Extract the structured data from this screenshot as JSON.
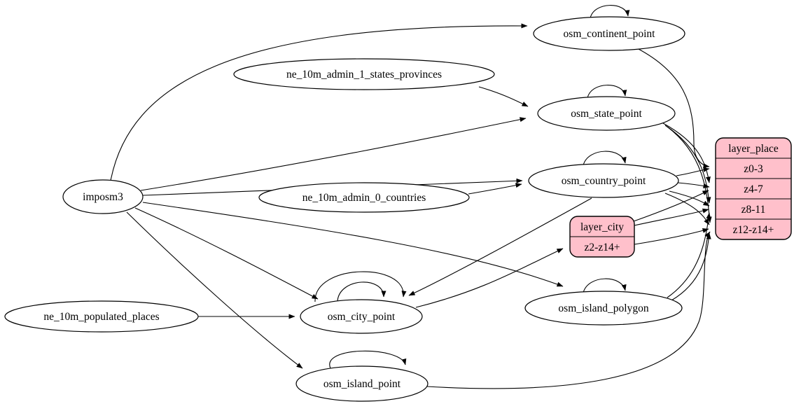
{
  "diagram": {
    "kind": "graphviz-etl-graph",
    "colors": {
      "background": "#ffffff",
      "ellipse_fill": "#ffffff",
      "record_fill": "#ffc0cb",
      "stroke": "#000000",
      "text": "#000000"
    },
    "nodes": {
      "imposm3": {
        "label": "imposm3",
        "shape": "ellipse"
      },
      "ne_10m_admin_1_states_provinces": {
        "label": "ne_10m_admin_1_states_provinces",
        "shape": "ellipse"
      },
      "ne_10m_admin_0_countries": {
        "label": "ne_10m_admin_0_countries",
        "shape": "ellipse"
      },
      "ne_10m_populated_places": {
        "label": "ne_10m_populated_places",
        "shape": "ellipse"
      },
      "osm_continent_point": {
        "label": "osm_continent_point",
        "shape": "ellipse"
      },
      "osm_state_point": {
        "label": "osm_state_point",
        "shape": "ellipse"
      },
      "osm_country_point": {
        "label": "osm_country_point",
        "shape": "ellipse"
      },
      "osm_city_point": {
        "label": "osm_city_point",
        "shape": "ellipse"
      },
      "osm_island_polygon": {
        "label": "osm_island_polygon",
        "shape": "ellipse"
      },
      "osm_island_point": {
        "label": "osm_island_point",
        "shape": "ellipse"
      }
    },
    "records": {
      "layer_city": {
        "title": "layer_city",
        "rows": [
          "z2-z14+"
        ]
      },
      "layer_place": {
        "title": "layer_place",
        "rows": [
          "z0-3",
          "z4-7",
          "z8-11",
          "z12-z14+"
        ]
      }
    },
    "edges": [
      {
        "from": "imposm3",
        "to": "osm_continent_point"
      },
      {
        "from": "imposm3",
        "to": "osm_state_point"
      },
      {
        "from": "imposm3",
        "to": "osm_country_point"
      },
      {
        "from": "imposm3",
        "to": "osm_city_point"
      },
      {
        "from": "imposm3",
        "to": "osm_island_polygon"
      },
      {
        "from": "imposm3",
        "to": "osm_island_point"
      },
      {
        "from": "ne_10m_admin_1_states_provinces",
        "to": "osm_state_point"
      },
      {
        "from": "ne_10m_admin_0_countries",
        "to": "osm_country_point"
      },
      {
        "from": "ne_10m_populated_places",
        "to": "osm_city_point"
      },
      {
        "from": "osm_country_point",
        "to": "osm_city_point"
      },
      {
        "from": "osm_city_point",
        "to": "layer_city:z2-z14+"
      },
      {
        "from": "osm_continent_point",
        "to": "layer_place:z0-3"
      },
      {
        "from": "osm_country_point",
        "to": "layer_place:z0-3"
      },
      {
        "from": "osm_country_point",
        "to": "layer_place:z4-7"
      },
      {
        "from": "osm_country_point",
        "to": "layer_place:z8-11"
      },
      {
        "from": "osm_country_point",
        "to": "layer_place:z12-z14+"
      },
      {
        "from": "osm_state_point",
        "to": "layer_place:z4-7"
      },
      {
        "from": "osm_state_point",
        "to": "layer_place:z8-11"
      },
      {
        "from": "osm_state_point",
        "to": "layer_place:z12-z14+"
      },
      {
        "from": "osm_island_polygon",
        "to": "layer_place:z8-11"
      },
      {
        "from": "osm_island_polygon",
        "to": "layer_place:z12-z14+"
      },
      {
        "from": "osm_island_point",
        "to": "layer_place:z12-z14+"
      },
      {
        "from": "layer_city",
        "to": "layer_place:z4-7"
      },
      {
        "from": "layer_city",
        "to": "layer_place:z8-11"
      },
      {
        "from": "layer_city",
        "to": "layer_place:z12-z14+"
      }
    ],
    "self_loops": [
      "osm_continent_point",
      "osm_state_point",
      "osm_country_point",
      "osm_city_point",
      "osm_city_point",
      "osm_island_polygon",
      "osm_island_point"
    ]
  }
}
